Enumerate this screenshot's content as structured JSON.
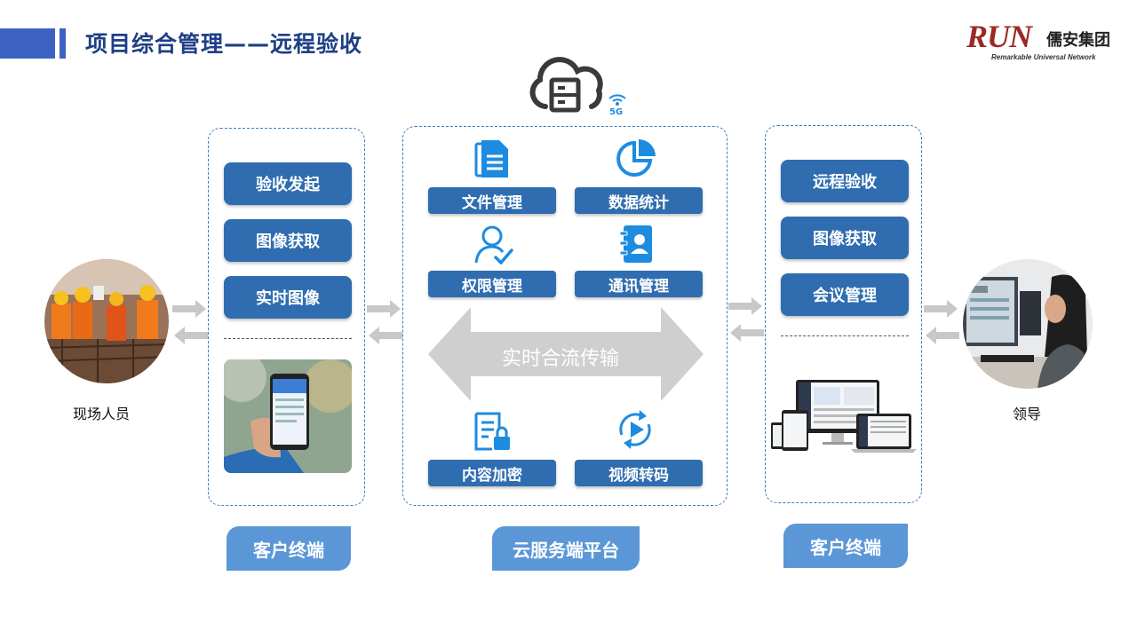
{
  "header": {
    "title": "项目综合管理——远程验收",
    "logo_run": "RUN",
    "logo_cn": "儒安集团",
    "logo_en": "Remarkable Universal Network"
  },
  "cloud": {
    "badge": "5G"
  },
  "left_panel": {
    "buttons": [
      "验收发起",
      "图像获取",
      "实时图像"
    ],
    "footer": "客户终端"
  },
  "middle_panel": {
    "features": [
      "文件管理",
      "数据统计",
      "权限管理",
      "通讯管理",
      "内容加密",
      "视频转码"
    ],
    "center_arrow": "实时合流传输",
    "footer": "云服务端平台"
  },
  "right_panel": {
    "buttons": [
      "远程验收",
      "图像获取",
      "会议管理"
    ],
    "footer": "客户终端"
  },
  "people": {
    "left": "现场人员",
    "right": "领导"
  },
  "colors": {
    "accent": "#2f6db0",
    "footer": "#5b97d6",
    "title": "#1f3f86",
    "icon": "#1d8be0",
    "arrow": "#c8c8c8"
  }
}
